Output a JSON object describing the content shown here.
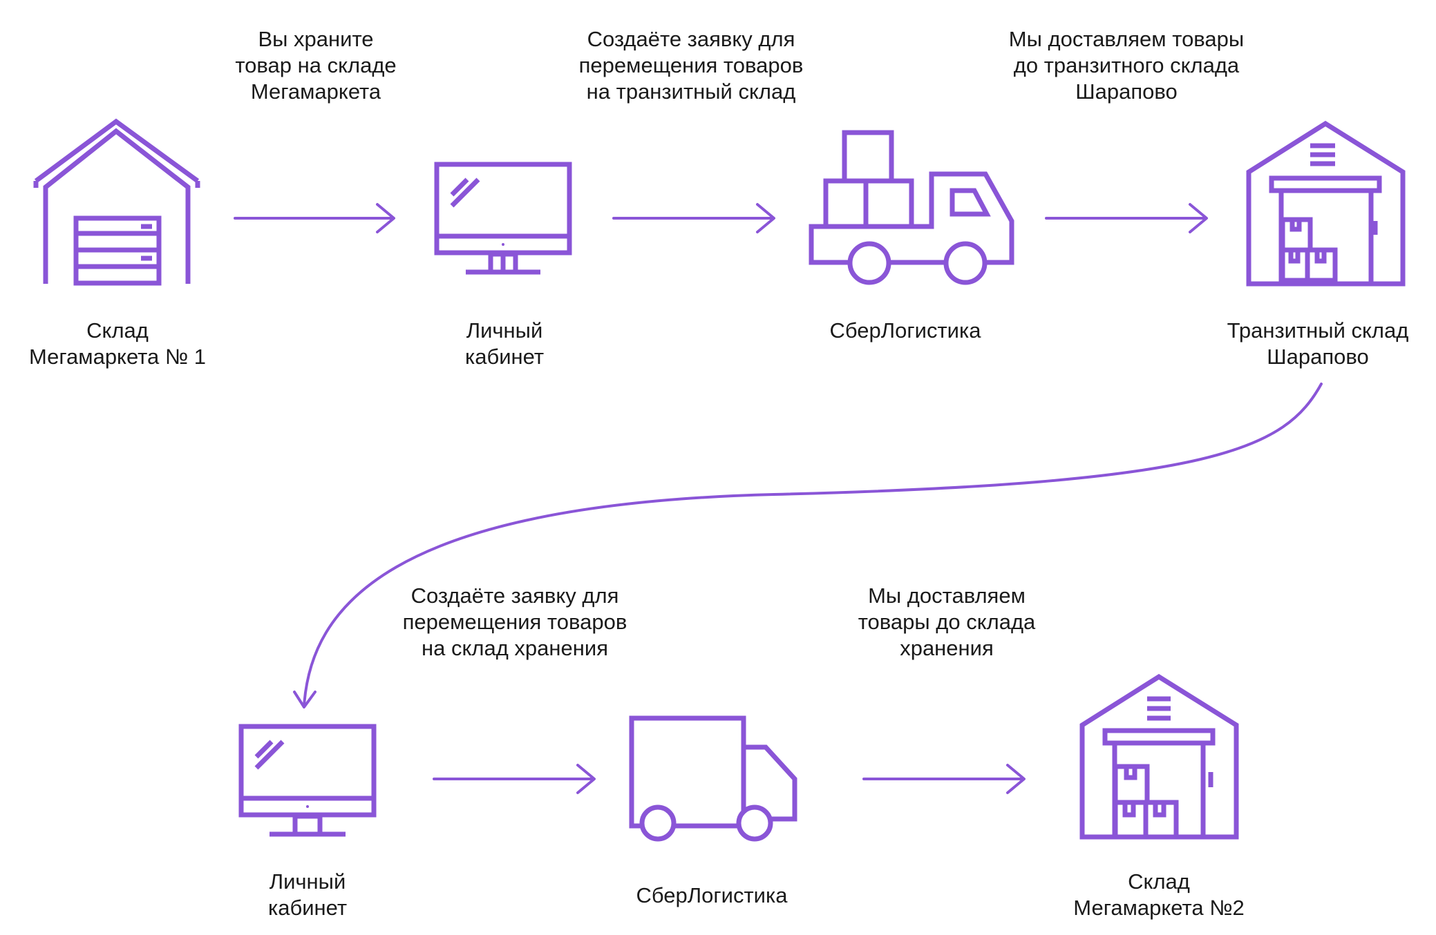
{
  "accent_color": "#8a55d7",
  "nodes": [
    {
      "id": "warehouse-1",
      "icon": "garage-warehouse-icon",
      "label": "Склад\nМегамаркета № 1"
    },
    {
      "id": "account-1",
      "icon": "monitor-icon",
      "label": "Личный\nкабинет"
    },
    {
      "id": "logistics-1",
      "icon": "delivery-truck-icon",
      "label": "СберЛогистика"
    },
    {
      "id": "transit-warehouse",
      "icon": "transit-warehouse-icon",
      "label": "Транзитный склад\nШарапово"
    },
    {
      "id": "account-2",
      "icon": "monitor-icon",
      "label": "Личный\nкабинет"
    },
    {
      "id": "logistics-2",
      "icon": "van-icon",
      "label": "СберЛогистика"
    },
    {
      "id": "warehouse-2",
      "icon": "warehouse-boxes-icon",
      "label": "Склад\nМегамаркета №2"
    }
  ],
  "steps": [
    {
      "from": "warehouse-1",
      "to": "account-1",
      "text": "Вы храните\nтовар на складе\nМегамаркета"
    },
    {
      "from": "account-1",
      "to": "logistics-1",
      "text": "Создаёте заявку для\nперемещения товаров\nна транзитный склад"
    },
    {
      "from": "logistics-1",
      "to": "transit-warehouse",
      "text": "Мы доставляем товары\nдо транзитного склада\nШарапово"
    },
    {
      "from": "transit-warehouse",
      "to": "account-2",
      "text": ""
    },
    {
      "from": "account-2",
      "to": "logistics-2",
      "text": "Создаёте заявку для\nперемещения товаров\nна склад хранения"
    },
    {
      "from": "logistics-2",
      "to": "warehouse-2",
      "text": "Мы доставляем\nтовары до склада\nхранения"
    }
  ]
}
